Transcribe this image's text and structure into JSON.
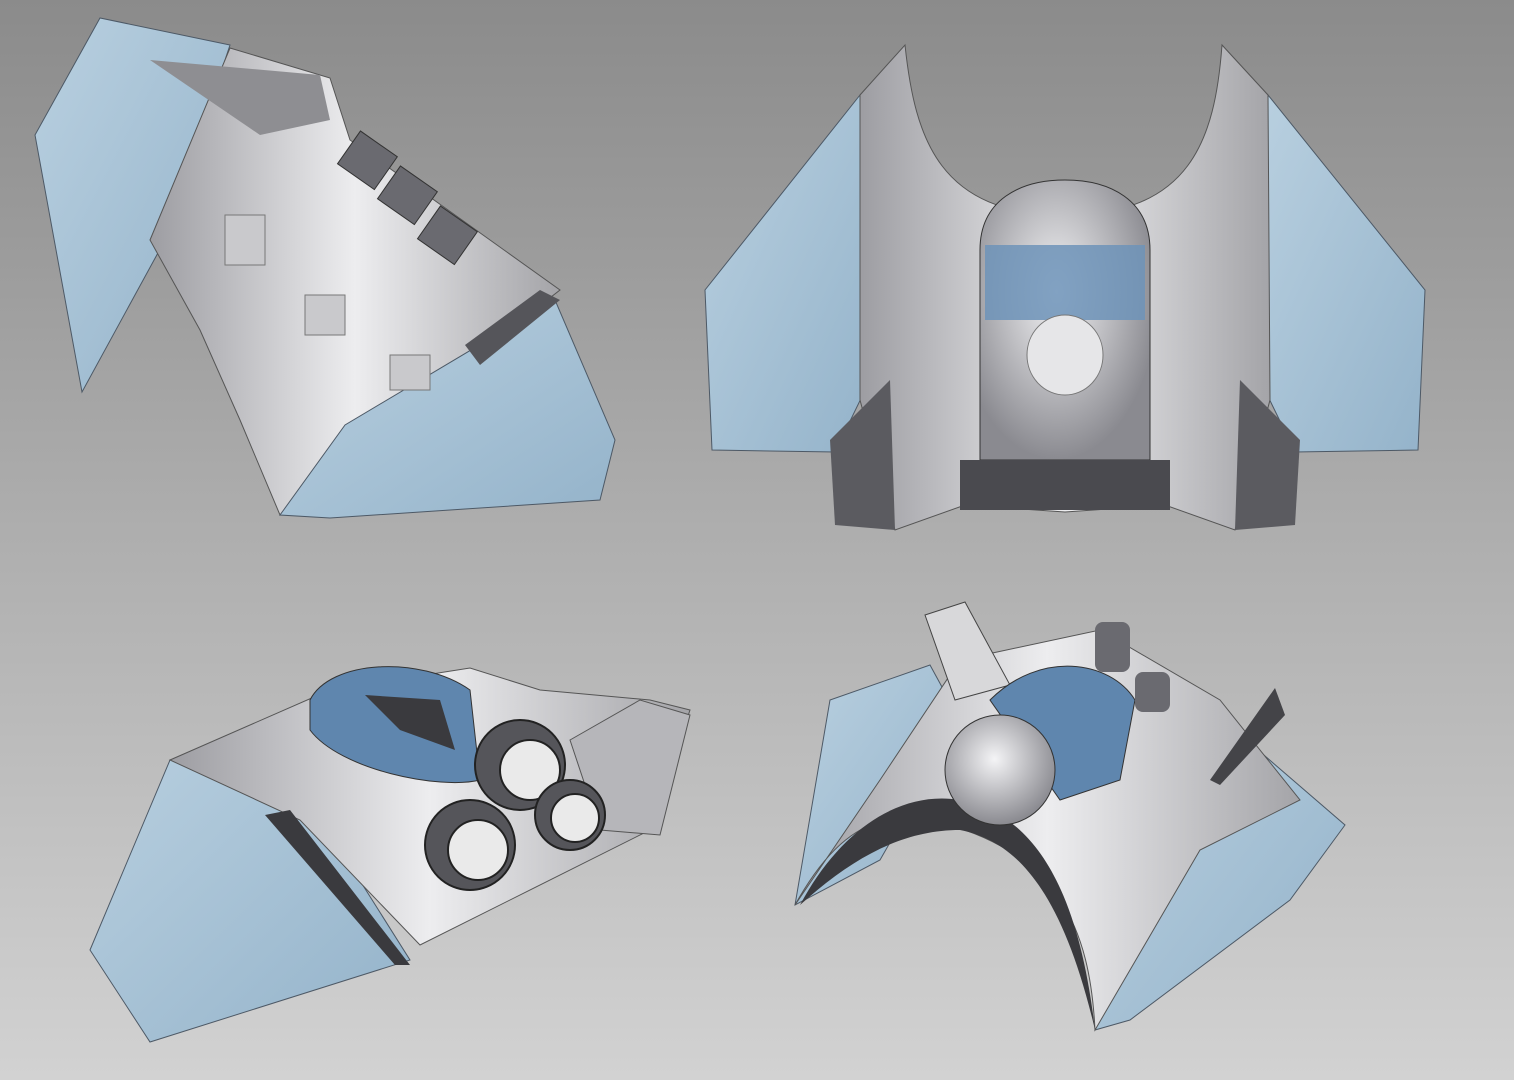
{
  "scene": {
    "views": [
      "top-left-rotated-view",
      "top-right-top-view",
      "bottom-left-rear-view",
      "bottom-right-front-view"
    ],
    "colors": {
      "background_top": "#8b8b8b",
      "background_bottom": "#d2d2d2",
      "wing_blue": "#a9c3d6",
      "hull_silver": "#d9d9db",
      "hull_shadow": "#6e6e72",
      "cockpit_blue": "#5f86ae",
      "dark": "#3a3a3e"
    }
  }
}
